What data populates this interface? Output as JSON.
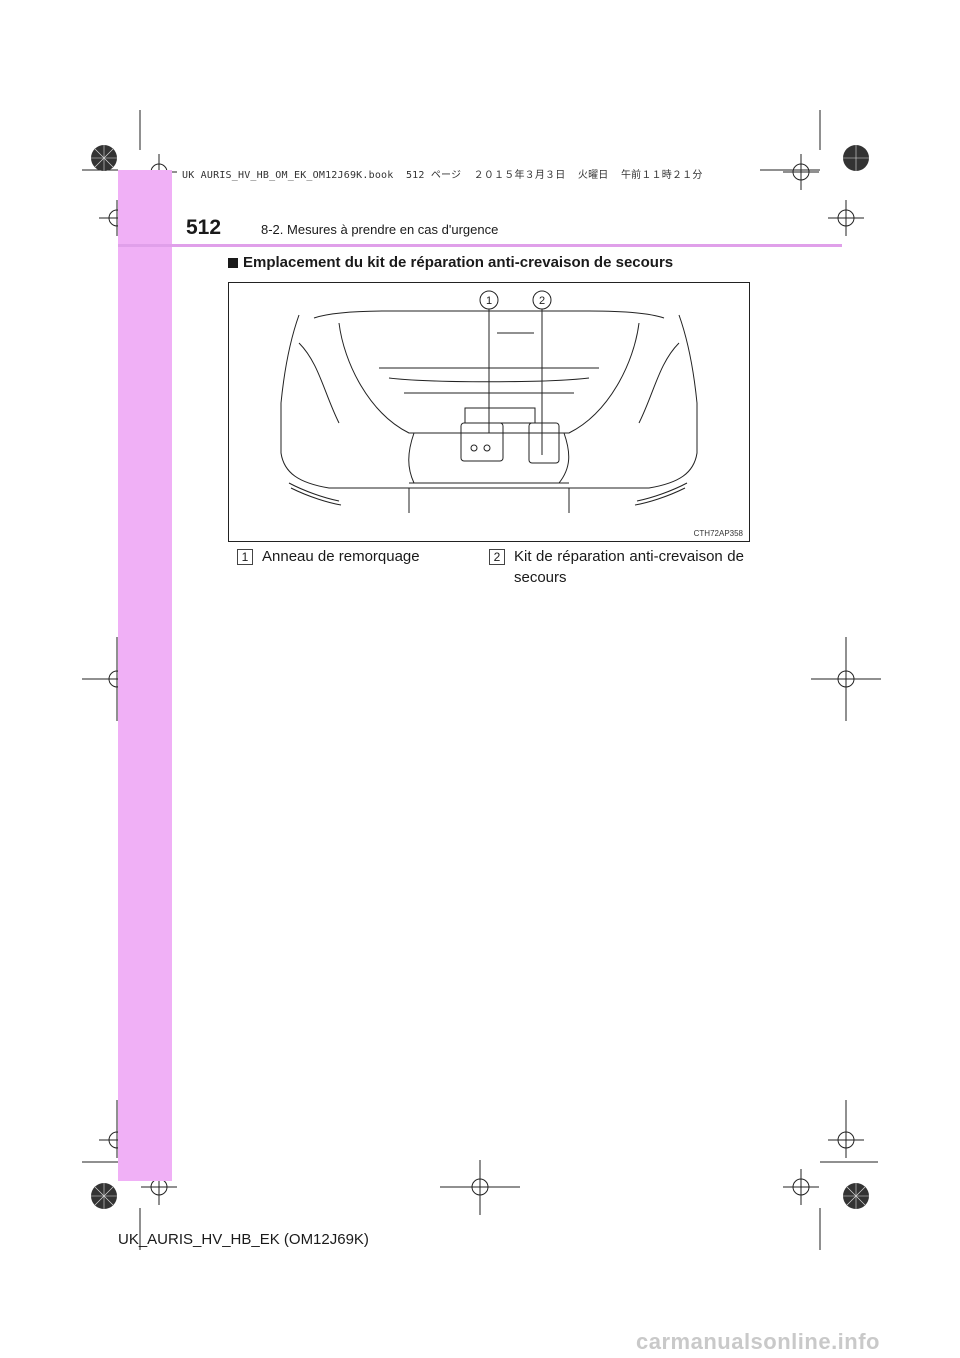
{
  "header": {
    "page_number": "512",
    "section_title": "8-2. Mesures à prendre en cas d'urgence",
    "book_stamp": "UK AURIS_HV_HB_OM_EK_OM12J69K.book  512 ページ  ２０１５年３月３日  火曜日  午前１１時２１分"
  },
  "main": {
    "heading": "Emplacement du kit de réparation anti-crevaison de secours",
    "illustration": {
      "code": "CTH72AP358",
      "callouts": [
        "1",
        "2"
      ]
    },
    "legend": [
      {
        "num": "1",
        "text": "Anneau de remorquage"
      },
      {
        "num": "2",
        "text": "Kit  de  réparation  anti-crevaison de secours"
      }
    ]
  },
  "footer": {
    "document_id": "UK_AURIS_HV_HB_EK (OM12J69K)",
    "watermark": "carmanualsonline.info"
  },
  "colors": {
    "sidebar": "#f0b0f6",
    "rule": "#e0a0ea",
    "text": "#1a1a1a"
  }
}
